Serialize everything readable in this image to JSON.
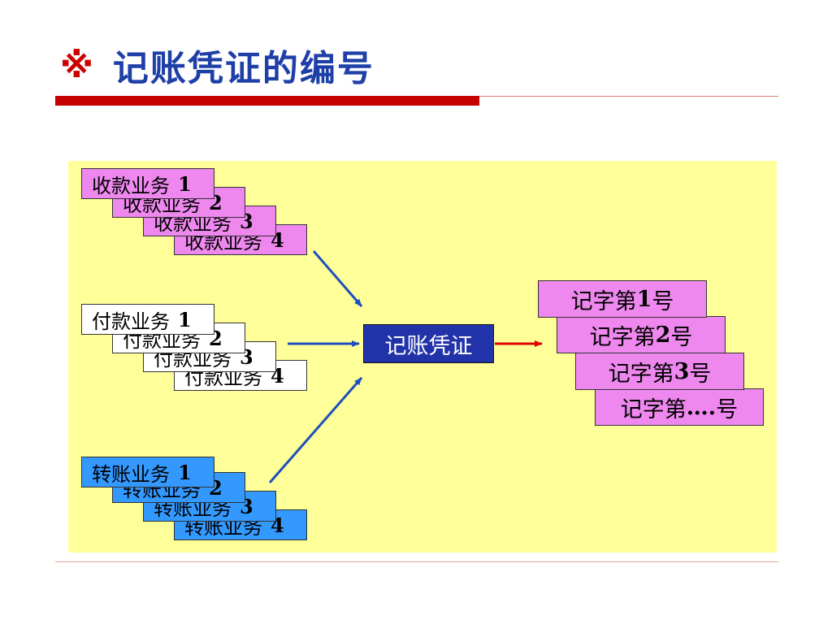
{
  "title": {
    "symbol": "※",
    "text": "记账凭证的编号"
  },
  "groups": {
    "receipt": {
      "label": "收款业务",
      "numbers": [
        "1",
        "2",
        "3",
        "4"
      ]
    },
    "payment": {
      "label": "付款业务",
      "numbers": [
        "1",
        "2",
        "3",
        "4"
      ]
    },
    "transfer": {
      "label": "转账业务",
      "numbers": [
        "1",
        "2",
        "3",
        "4"
      ]
    }
  },
  "center_label": "记账凭证",
  "outputs": [
    {
      "prefix": "记字第",
      "num": "1",
      "suffix": "号"
    },
    {
      "prefix": "记字第",
      "num": "2",
      "suffix": "号"
    },
    {
      "prefix": "记字第",
      "num": "3",
      "suffix": "号"
    },
    {
      "prefix": "记字第",
      "num": "….",
      "suffix": "号"
    }
  ],
  "colors": {
    "receipt": "#ee88ee",
    "payment": "#ffffff",
    "transfer": "#3399ff",
    "center": "#2233aa",
    "arrow_in": "#1f4fbf",
    "arrow_out": "#e00000",
    "panel": "#ffff99"
  }
}
